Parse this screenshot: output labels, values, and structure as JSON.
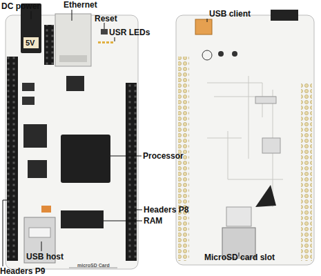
{
  "diagram": {
    "labels": [
      "DC power",
      "Ethernet",
      "Reset",
      "USR LEDs",
      "5V",
      "Processor",
      "Headers P8",
      "RAM",
      "USB host",
      "Headers P9",
      "USB client",
      "MicroSD card slot",
      "microSD Card"
    ]
  }
}
